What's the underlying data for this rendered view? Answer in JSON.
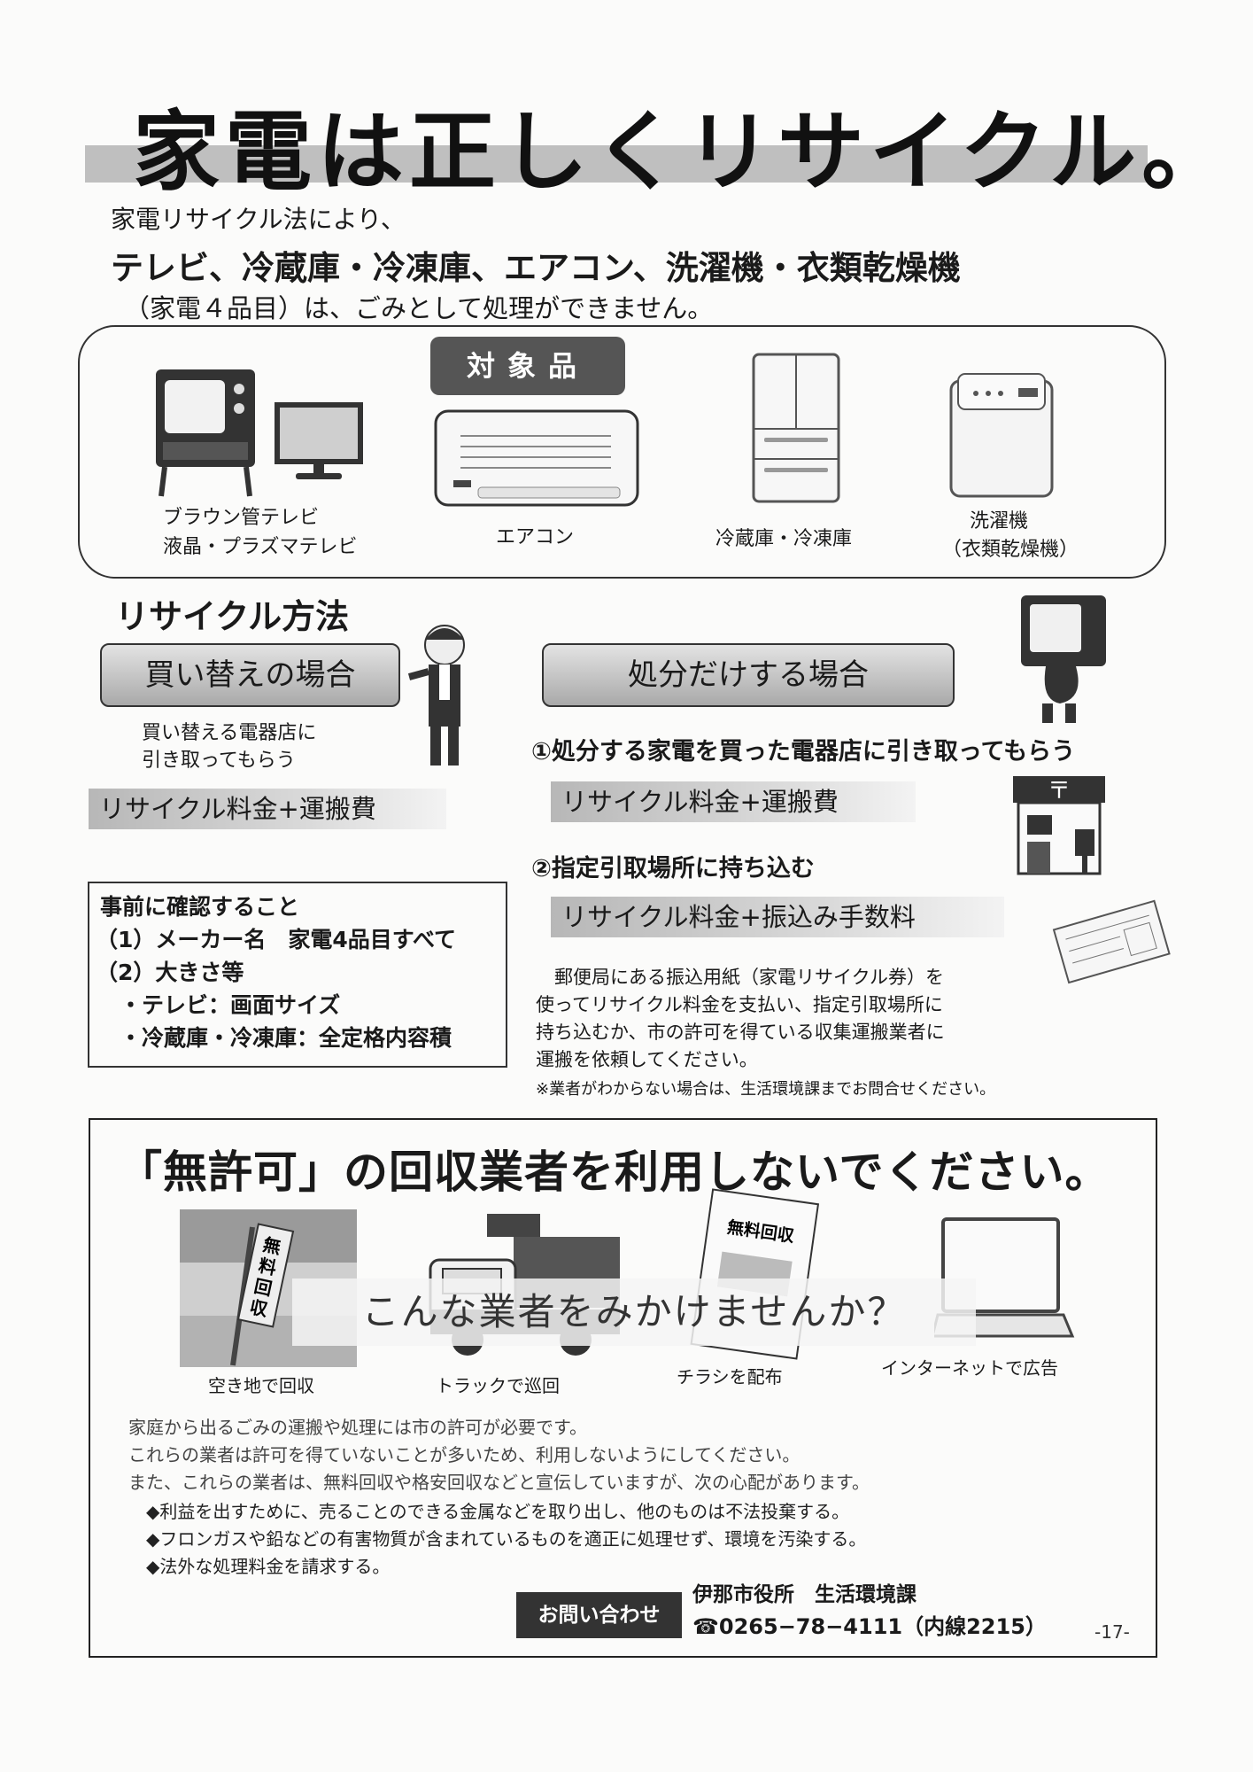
{
  "title": "家電は正しくリサイクル。",
  "intro": {
    "line1": "家電リサイクル法により、",
    "line2": "テレビ、冷蔵庫・冷凍庫、エアコン、洗濯機・衣類乾燥機",
    "line3": "（家電４品目）は、ごみとして処理ができません。"
  },
  "items": {
    "badge": "対象品",
    "tv_caption_1": "ブラウン管テレビ",
    "tv_caption_2": "液晶・プラズマテレビ",
    "aircon_caption": "エアコン",
    "fridge_caption": "冷蔵庫・冷凍庫",
    "washer_caption_1": "洗濯機",
    "washer_caption_2": "（衣類乾燥機）"
  },
  "recycle": {
    "heading": "リサイクル方法",
    "replace": {
      "label": "買い替えの場合",
      "desc_1": "買い替える電器店に",
      "desc_2": "引き取ってもらう",
      "fee": "リサイクル料金+運搬費"
    },
    "dispose": {
      "label": "処分だけする場合",
      "step1": "①処分する家電を買った電器店に引き取ってもらう",
      "fee1": "リサイクル料金+運搬費",
      "step2": "②指定引取場所に持ち込む",
      "fee2": "リサイクル料金+振込み手数料",
      "para_1": "　郵便局にある振込用紙（家電リサイクル券）を",
      "para_2": "使ってリサイクル料金を支払い、指定引取場所に",
      "para_3": "持ち込むか、市の許可を得ている収集運搬業者に",
      "para_4": "運搬を依頼してください。",
      "note": "※業者がわからない場合は、生活環境課までお問合せください。"
    }
  },
  "check": {
    "heading": "事前に確認すること",
    "line1": "（1）メーカー名　家電4品目すべて",
    "line2": "（2）大きさ等",
    "line3": "・テレビ：画面サイズ",
    "line4": "・冷蔵庫・冷凍庫：全定格内容積"
  },
  "warning": {
    "title": "「無許可」の回収業者を利用しないでください。",
    "question": "こんな業者をみかけませんか？",
    "cap_lot": "空き地で回収",
    "cap_truck": "トラックで巡回",
    "cap_flyer": "チラシを配布",
    "cap_net": "インターネットで広告",
    "sign_text": "無料回収",
    "flyer_text": "無料回収",
    "para_1": "家庭から出るごみの運搬や処理には市の許可が必要です。",
    "para_2": "これらの業者は許可を得ていないことが多いため、利用しないようにしてください。",
    "para_3": "また、これらの業者は、無料回収や格安回収などと宣伝していますが、次の心配があります。",
    "bullet_1": "◆利益を出すために、売ることのできる金属などを取り出し、他のものは不法投棄する。",
    "bullet_2": "◆フロンガスや鉛などの有害物質が含まれているものを適正に処理せず、環境を汚染する。",
    "bullet_3": "◆法外な処理料金を請求する。"
  },
  "contact": {
    "badge": "お問い合わせ",
    "office": "伊那市役所　生活環境課",
    "phone": "☎0265−78−4111（内線2215）"
  },
  "post_sign": "〒",
  "page_number": "-17-"
}
